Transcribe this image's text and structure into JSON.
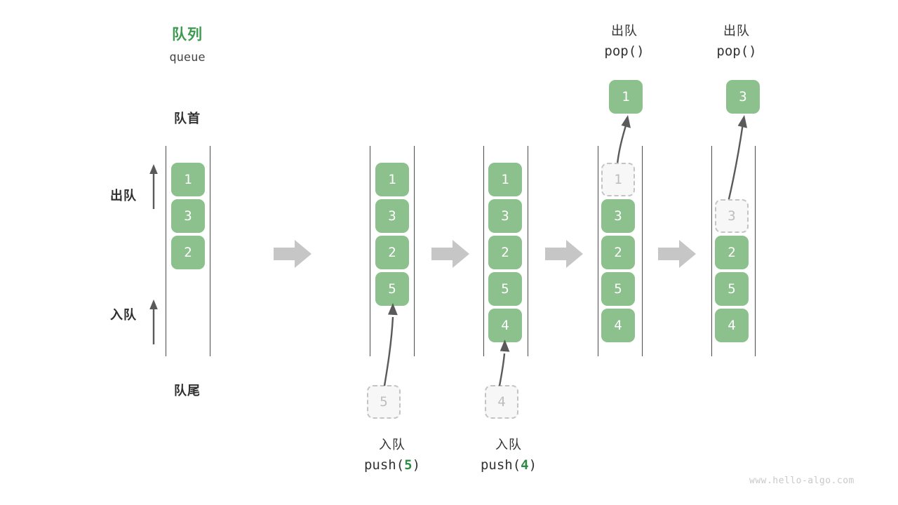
{
  "meta": {
    "watermark": "www.hello-algo.com",
    "colors": {
      "cell_fill": "#8cc08c",
      "cell_text": "#ffffff",
      "ghost_fill": "#f7f7f7",
      "ghost_border": "#c4c4c4",
      "ghost_text": "#bdbdbd",
      "title_green": "#3d9b4f",
      "highlight_green": "#2e8b43",
      "rail": "#4a4a4a",
      "step_arrow": "#c6c6c6",
      "annotation_arrow": "#5a5a5a",
      "background": "#ffffff"
    }
  },
  "header": {
    "title_cn": "队列",
    "title_code": "queue",
    "front_label": "队首",
    "rear_label": "队尾"
  },
  "side_labels": {
    "dequeue": "出队",
    "enqueue": "入队"
  },
  "panels": [
    {
      "id": "initial",
      "cells": [
        {
          "value": "1",
          "state": "filled",
          "slot": 0
        },
        {
          "value": "3",
          "state": "filled",
          "slot": 1
        },
        {
          "value": "2",
          "state": "filled",
          "slot": 2
        }
      ],
      "incoming": null,
      "outgoing": null,
      "bottom_label": null,
      "top_label": null
    },
    {
      "id": "push-5",
      "cells": [
        {
          "value": "1",
          "state": "filled",
          "slot": 0
        },
        {
          "value": "3",
          "state": "filled",
          "slot": 1
        },
        {
          "value": "2",
          "state": "filled",
          "slot": 2
        },
        {
          "value": "5",
          "state": "filled",
          "slot": 3
        }
      ],
      "incoming": {
        "value": "5",
        "state": "ghost"
      },
      "outgoing": null,
      "bottom_label": {
        "cn": "入队",
        "code_prefix": "push(",
        "code_value": "5",
        "code_suffix": ")"
      },
      "top_label": null
    },
    {
      "id": "push-4",
      "cells": [
        {
          "value": "1",
          "state": "filled",
          "slot": 0
        },
        {
          "value": "3",
          "state": "filled",
          "slot": 1
        },
        {
          "value": "2",
          "state": "filled",
          "slot": 2
        },
        {
          "value": "5",
          "state": "filled",
          "slot": 3
        },
        {
          "value": "4",
          "state": "filled",
          "slot": 4
        }
      ],
      "incoming": {
        "value": "4",
        "state": "ghost"
      },
      "outgoing": null,
      "bottom_label": {
        "cn": "入队",
        "code_prefix": "push(",
        "code_value": "4",
        "code_suffix": ")"
      },
      "top_label": null
    },
    {
      "id": "pop-1",
      "cells": [
        {
          "value": "1",
          "state": "ghost",
          "slot": 0
        },
        {
          "value": "3",
          "state": "filled",
          "slot": 1
        },
        {
          "value": "2",
          "state": "filled",
          "slot": 2
        },
        {
          "value": "5",
          "state": "filled",
          "slot": 3
        },
        {
          "value": "4",
          "state": "filled",
          "slot": 4
        }
      ],
      "incoming": null,
      "outgoing": {
        "value": "1",
        "state": "filled",
        "from_slot": 0
      },
      "bottom_label": null,
      "top_label": {
        "cn": "出队",
        "code": "pop()"
      }
    },
    {
      "id": "pop-3",
      "cells": [
        {
          "value": "3",
          "state": "ghost",
          "slot": 1
        },
        {
          "value": "2",
          "state": "filled",
          "slot": 2
        },
        {
          "value": "5",
          "state": "filled",
          "slot": 3
        },
        {
          "value": "4",
          "state": "filled",
          "slot": 4
        }
      ],
      "incoming": null,
      "outgoing": {
        "value": "3",
        "state": "filled",
        "from_slot": 1
      },
      "bottom_label": null,
      "top_label": {
        "cn": "出队",
        "code": "pop()"
      }
    }
  ],
  "step_arrows": [
    {
      "id": "step-1-2"
    },
    {
      "id": "step-2-3"
    },
    {
      "id": "step-3-4"
    },
    {
      "id": "step-4-5"
    }
  ]
}
